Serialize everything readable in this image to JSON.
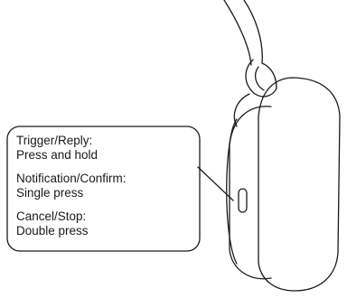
{
  "callout": {
    "items": [
      {
        "name": "Trigger/Reply:",
        "action": "Press and hold"
      },
      {
        "name": "Notification/Confirm:",
        "action": "Single press"
      },
      {
        "name": "Cancel/Stop:",
        "action": "Double press"
      }
    ]
  },
  "colors": {
    "line": "#1a1a1a",
    "background": "#ffffff"
  }
}
